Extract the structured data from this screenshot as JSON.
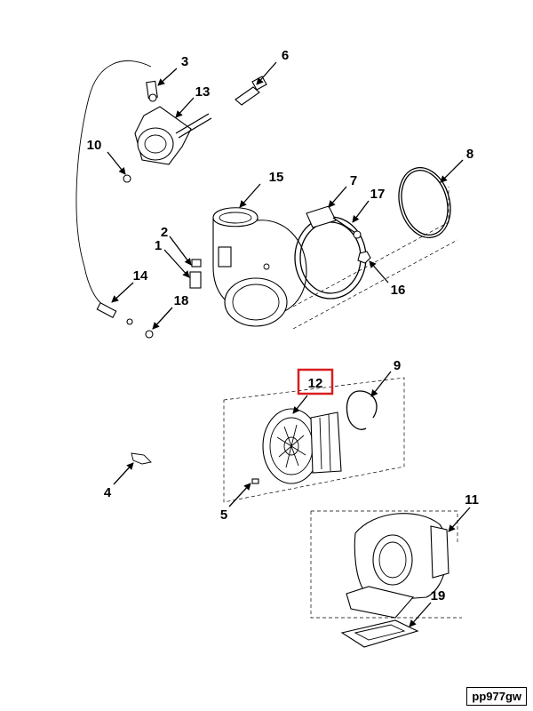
{
  "callouts": [
    {
      "id": "3",
      "label": "3"
    },
    {
      "id": "6",
      "label": "6"
    },
    {
      "id": "13",
      "label": "13"
    },
    {
      "id": "10",
      "label": "10"
    },
    {
      "id": "8",
      "label": "8"
    },
    {
      "id": "15",
      "label": "15"
    },
    {
      "id": "7",
      "label": "7"
    },
    {
      "id": "17",
      "label": "17"
    },
    {
      "id": "2",
      "label": "2"
    },
    {
      "id": "1",
      "label": "1"
    },
    {
      "id": "14",
      "label": "14"
    },
    {
      "id": "18",
      "label": "18"
    },
    {
      "id": "16",
      "label": "16"
    },
    {
      "id": "12",
      "label": "12",
      "highlighted": true
    },
    {
      "id": "9",
      "label": "9"
    },
    {
      "id": "4",
      "label": "4"
    },
    {
      "id": "5",
      "label": "5"
    },
    {
      "id": "11",
      "label": "11"
    },
    {
      "id": "19",
      "label": "19"
    }
  ],
  "highlight_color": "#d81e1e",
  "reference_code": "pp977gw"
}
